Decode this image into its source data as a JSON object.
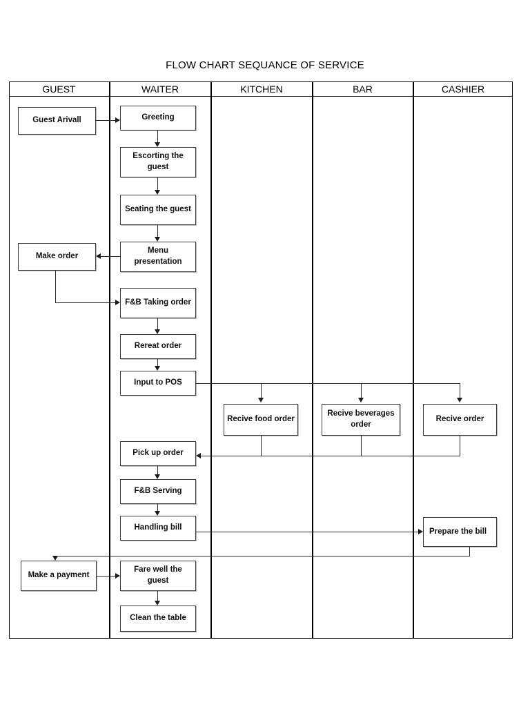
{
  "title": "FLOW CHART SEQUANCE OF SERVICE",
  "lanes": [
    {
      "label": "GUEST"
    },
    {
      "label": "WAITER"
    },
    {
      "label": "KITCHEN"
    },
    {
      "label": "BAR"
    },
    {
      "label": "CASHIER"
    }
  ],
  "nodes": {
    "guest_arrival": "Guest Arivall",
    "make_order": "Make order",
    "make_payment": "Make a payment",
    "greeting": "Greeting",
    "escorting": "Escorting the guest",
    "seating": "Seating the guest",
    "menu_presentation": "Menu presentation",
    "fb_taking_order": "F&B Taking order",
    "rereat_order": "Rereat order",
    "input_to_pos": "Input to POS",
    "pick_up_order": "Pick up order",
    "fb_serving": "F&B Serving",
    "handling_bill": "Handling bill",
    "fare_well": "Fare well the guest",
    "clean_table": "Clean the table",
    "recive_food_order": "Recive food order",
    "recive_beverages_order": "Recive beverages order",
    "recive_order": "Recive order",
    "prepare_bill": "Prepare the bill"
  },
  "colors": {
    "line": "#2a2a2a",
    "box_border": "#3a3a3a",
    "table_border": "#000000",
    "background": "#ffffff"
  }
}
